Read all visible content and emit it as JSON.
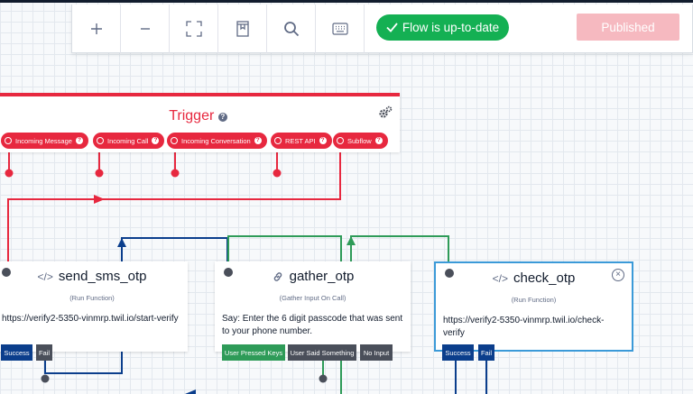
{
  "toolbar": {
    "buttons": [
      {
        "name": "zoom-in",
        "icon": "plus-icon"
      },
      {
        "name": "zoom-out",
        "icon": "minus-icon"
      },
      {
        "name": "fit",
        "icon": "fullscreen-icon"
      },
      {
        "name": "notes",
        "icon": "notebook-icon"
      },
      {
        "name": "search",
        "icon": "search-icon"
      },
      {
        "name": "keyboard",
        "icon": "keyboard-icon"
      }
    ],
    "status": "Flow is up-to-date",
    "publish_label": "Published"
  },
  "trigger": {
    "title": "Trigger",
    "pills": [
      "Incoming Message",
      "Incoming Call",
      "Incoming Conversation",
      "REST API",
      "Subflow"
    ]
  },
  "widgets": [
    {
      "name": "send_sms_otp",
      "type": "(Run Function)",
      "body": "https://verify2-5350-vinmrp.twil.io/start-verify",
      "transitions": [
        "Success",
        "Fail"
      ]
    },
    {
      "name": "gather_otp",
      "type": "(Gather Input On Call)",
      "body": "Say: Enter the 6 digit passcode that was sent to your phone number.",
      "transitions": [
        "User Pressed Keys",
        "User Said Something",
        "No Input"
      ]
    },
    {
      "name": "check_otp",
      "type": "(Run Function)",
      "body": "https://verify2-5350-vinmrp.twil.io/check-verify",
      "transitions": [
        "Success",
        "Fail"
      ]
    }
  ],
  "colors": {
    "trigger": "#e7283f",
    "success": "#14b053",
    "publish": "#f6b9c0",
    "run_function_wire": "#0b3e8c",
    "gather_wire": "#2e9b58",
    "selected": "#3b9ad8"
  }
}
